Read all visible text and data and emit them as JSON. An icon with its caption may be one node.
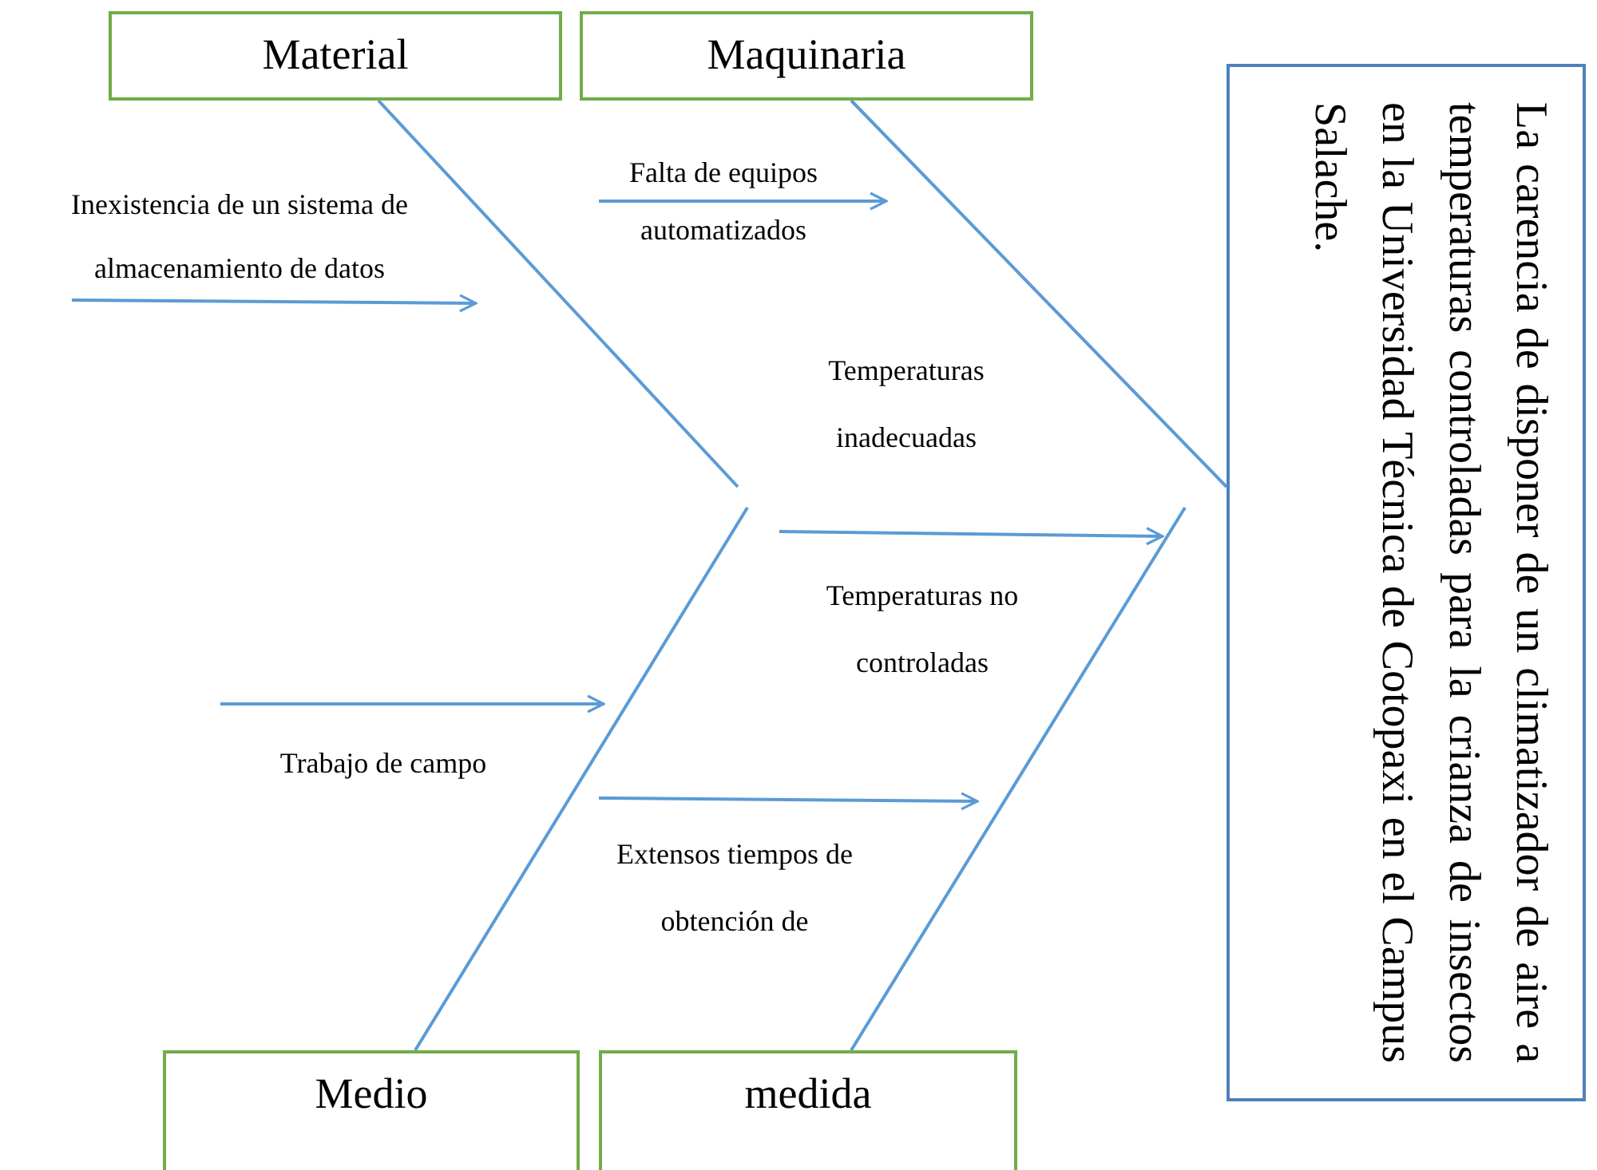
{
  "diagram": {
    "nodes": [
      {
        "text": [
          "Material"
        ]
      },
      {
        "text": [
          "Maquinaria"
        ]
      },
      {
        "text": [
          "Medio"
        ]
      },
      {
        "text": [
          "medida"
        ]
      },
      {
        "text": [
          "La carencia de disponer de un climatizador de aire a temperaturas controladas para la crianza de insectos en la Universidad Técnica de Cotopaxi en el Campus Salache."
        ]
      },
      {
        "text": [
          "Inexistencia de un sistema de almacenamiento de datos"
        ]
      },
      {
        "text": [
          "Falta de equipos automatizados"
        ]
      },
      {
        "text": [
          "Temperaturas inadecuadas"
        ]
      },
      {
        "text": [
          "Trabajo de campo"
        ]
      },
      {
        "text": [
          "Extensos tiempos de obtención de"
        ]
      }
    ],
    "edges": [
      {
        "from": 0,
        "to": null,
        "arrow": "none"
      },
      {
        "from": 1,
        "to": 4,
        "arrow": "none"
      },
      {
        "from": 2,
        "to": null,
        "arrow": "none"
      },
      {
        "from": 3,
        "to": null,
        "arrow": "none"
      },
      {
        "from": 5,
        "to": null,
        "arrow": "to"
      },
      {
        "from": 6,
        "to": null,
        "arrow": "to"
      },
      {
        "from": 7,
        "to": null,
        "arrow": "to"
      },
      {
        "from": 8,
        "to": null,
        "arrow": "to"
      },
      {
        "from": 9,
        "to": null,
        "arrow": "to"
      }
    ],
    "labels": [
      "Temperaturas no controladas"
    ]
  }
}
